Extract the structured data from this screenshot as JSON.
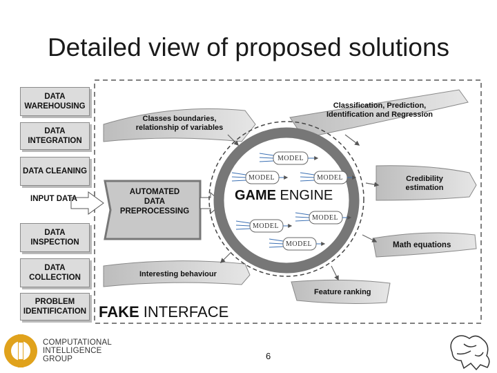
{
  "title": "Detailed view of proposed solutions",
  "steps": [
    {
      "label": "DATA WAREHOUSING"
    },
    {
      "label": "DATA INTEGRATION"
    },
    {
      "label": "DATA CLEANING"
    },
    {
      "label": "INPUT DATA"
    },
    {
      "label": "DATA INSPECTION"
    },
    {
      "label": "DATA COLLECTION"
    },
    {
      "label": "PROBLEM IDENTIFICATION"
    }
  ],
  "preprocessing_label": "AUTOMATED DATA PREPROCESSING",
  "engine": {
    "bold": "GAME",
    "rest": " ENGINE"
  },
  "model_label": "MODEL",
  "outputs": {
    "classes": "Classes boundaries, relationship of variables",
    "classification": "Classification, Prediction, Identification and Regression",
    "credibility": "Credibility estimation",
    "math": "Math equations",
    "feature": "Feature ranking",
    "interesting": "Interesting behaviour"
  },
  "interface": {
    "bold": "FAKE",
    "rest": " INTERFACE"
  },
  "logo": {
    "line1": "COMPUTATIONAL",
    "line2": "INTELLIGENCE",
    "line3": "GROUP"
  },
  "page_number": "6"
}
